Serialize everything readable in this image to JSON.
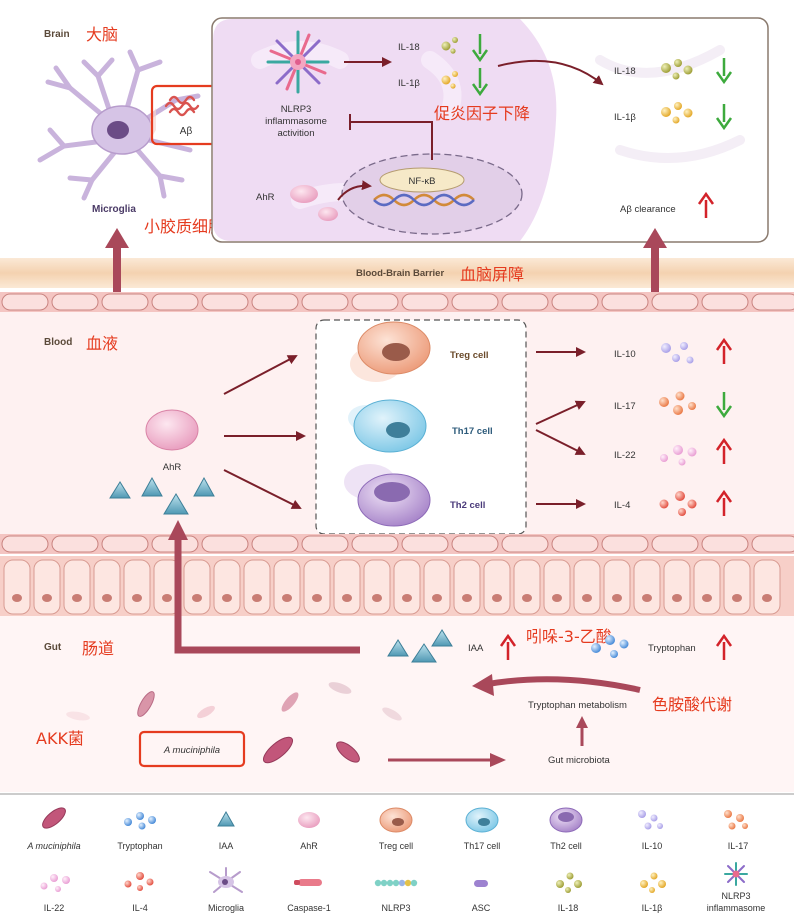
{
  "colors": {
    "red_annotation": "#e53b1f",
    "arrow_dark": "#7a1f2a",
    "arrow_down": "#3daa3d",
    "arrow_up": "#d3232a",
    "brain_panel": "#f3e6f6",
    "bbb_band": "#f6d7b8",
    "blood_bg": "#fdeaea",
    "gut_bg": "#fff3f3"
  },
  "brain": {
    "label": "Brain",
    "label_cn": "大脑",
    "abeta_label": "Aβ",
    "microglia_label": "Microglia",
    "microglia_cn": "小胶质细胞",
    "nlrp3_line1": "NLRP3",
    "nlrp3_line2": "inflammasome",
    "nlrp3_line3": "activition",
    "il18": "IL-18",
    "il1b": "IL-1β",
    "cytokine_down_cn": "促炎因子下降",
    "right_il18": "IL-18",
    "right_il1b": "IL-1β",
    "ahr_label": "AhR",
    "nfkb_label": "NF-κB",
    "abeta_clearance": "Aβ clearance"
  },
  "bbb": {
    "label": "Blood-Brain Barrier",
    "label_cn": "血脑屏障"
  },
  "blood": {
    "label": "Blood",
    "label_cn": "血液",
    "ahr_label": "AhR",
    "treg": "Treg cell",
    "th17": "Th17 cell",
    "th2": "Th2 cell",
    "il10": "IL-10",
    "il17": "IL-17",
    "il22": "IL-22",
    "il4": "IL-4"
  },
  "gut": {
    "label": "Gut",
    "label_cn": "肠道",
    "iaa": "IAA",
    "iaa_cn": "吲哚-3-乙酸",
    "tryptophan": "Tryptophan",
    "metabolism": "Tryptophan metabolism",
    "metabolism_cn": "色胺酸代谢",
    "microbiota": "Gut microbiota",
    "akk_cn": "AKK菌",
    "akk_box": "A muciniphila"
  },
  "legend": {
    "row1": [
      "A muciniphila",
      "Tryptophan",
      "IAA",
      "AhR",
      "Treg cell",
      "Th17 cell",
      "Th2 cell",
      "IL-10",
      "IL-17"
    ],
    "row2": [
      "IL-22",
      "IL-4",
      "Microglia",
      "Caspase-1",
      "NLRP3",
      "ASC",
      "IL-18",
      "IL-1β"
    ],
    "nlrp3_inflammasome_line1": "NLRP3",
    "nlrp3_inflammasome_line2": "inflammasome"
  }
}
